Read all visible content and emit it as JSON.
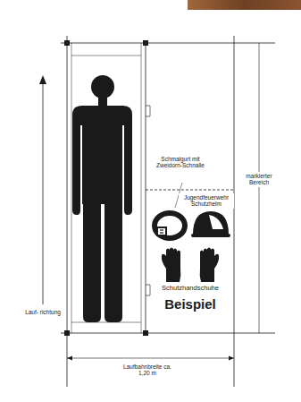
{
  "diagram": {
    "labels": [
      "Schmalgurt mit Zweidorn-Schnalle",
      "Jugendfeuerwehr Schutzhelm",
      "Schutzhandschuhe",
      "Beispiel",
      "markierter Bereich",
      "Lauf- richtung",
      "Laufbahnbreite ca. 1,20 m"
    ]
  }
}
